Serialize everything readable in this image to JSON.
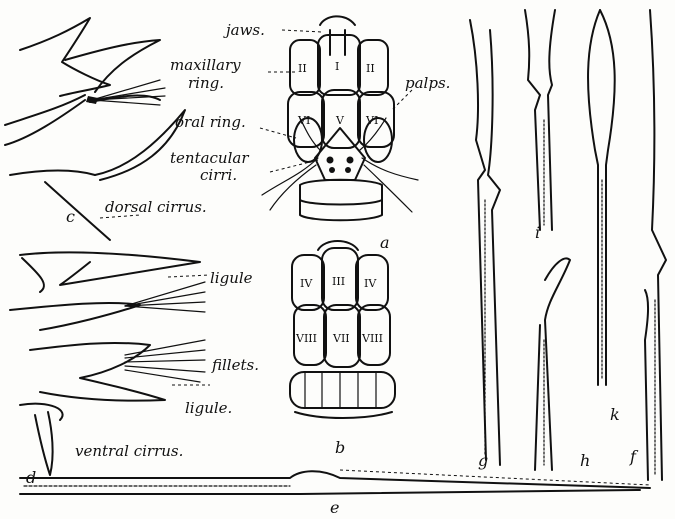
{
  "labels": {
    "jaws": "jaws.",
    "maxillary_1": "maxillary",
    "maxillary_2": "ring.",
    "palps": "palps.",
    "oral_ring": "oral ring.",
    "tentacular_1": "tentacular",
    "tentacular_2": "cirri.",
    "dorsal_cirrus": "dorsal cirrus.",
    "ligule_1": "ligule",
    "fillets": "fillets.",
    "ligule_2": "ligule.",
    "ventral_cirrus": "ventral cirrus."
  },
  "rings_a": [
    "II",
    "I",
    "II",
    "VI",
    "V",
    "VI"
  ],
  "rings_b": [
    "IV",
    "III",
    "IV",
    "VIII",
    "VII",
    "VIII"
  ],
  "figure_letters": [
    "a",
    "b",
    "c",
    "d",
    "e",
    "f",
    "g",
    "h",
    "i",
    "k"
  ]
}
